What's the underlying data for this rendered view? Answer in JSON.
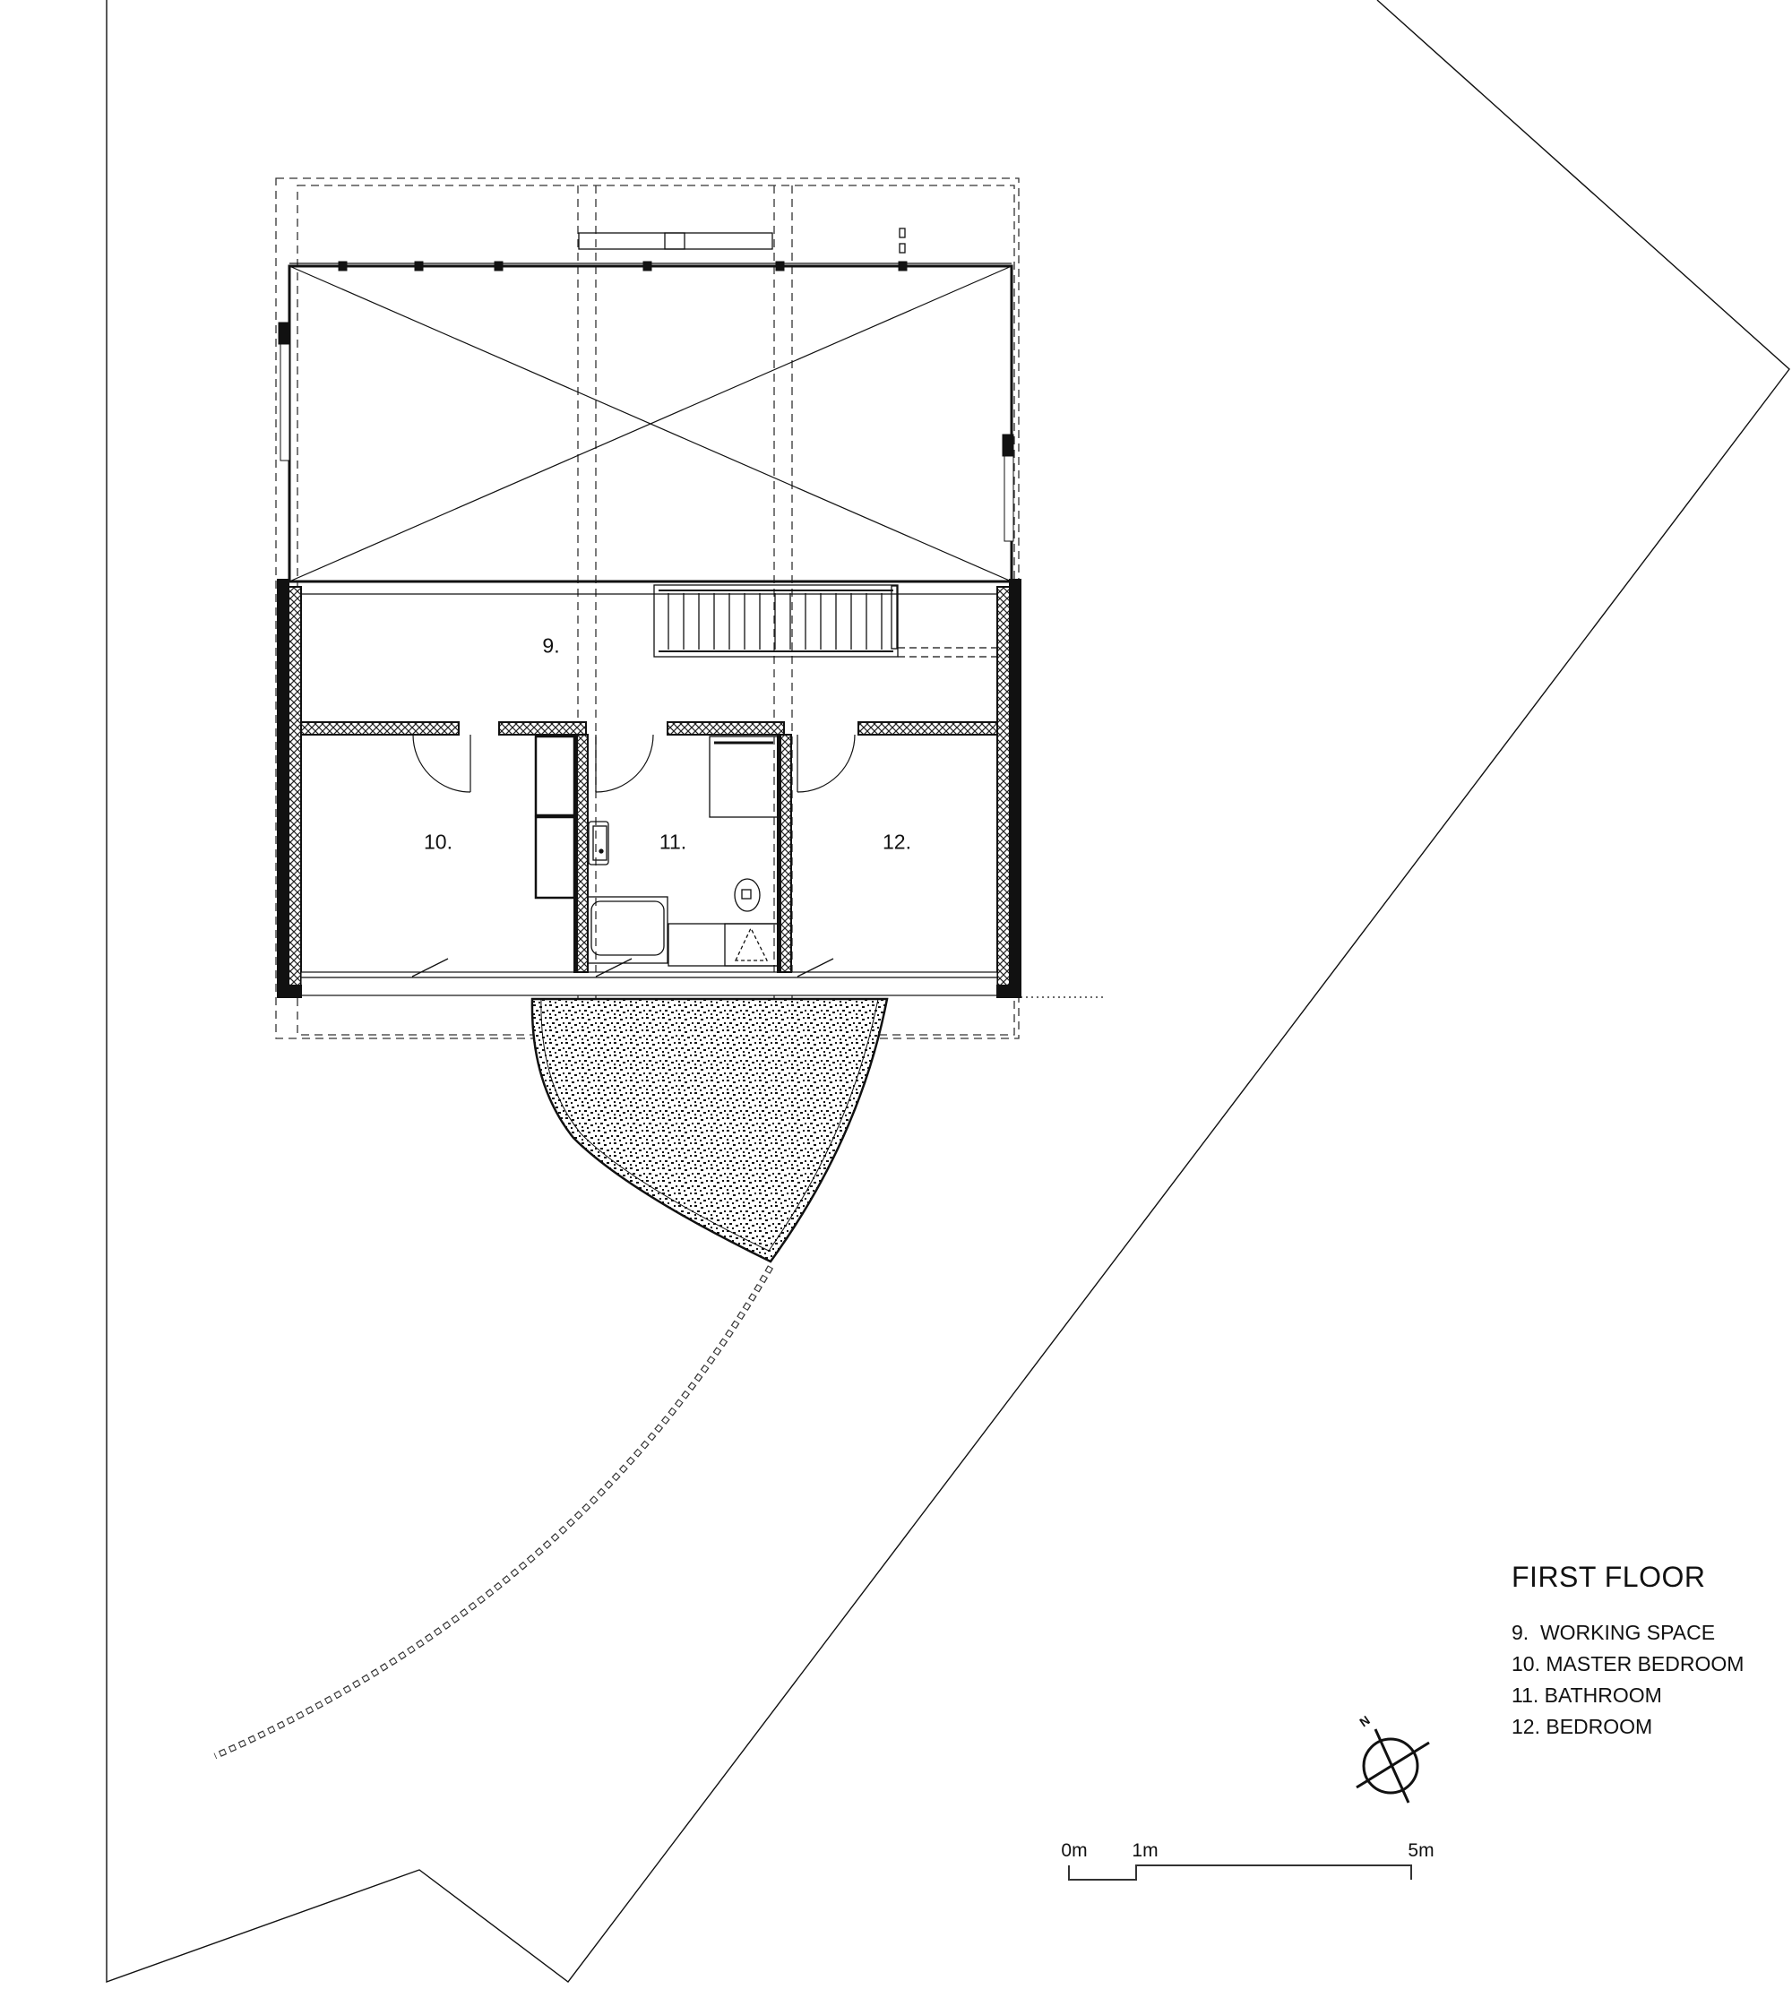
{
  "drawing": {
    "title": "FIRST FLOOR",
    "rooms": [
      {
        "number": "9.",
        "name": "WORKING SPACE",
        "label": "9.",
        "legend": "9.  WORKING SPACE"
      },
      {
        "number": "10.",
        "name": "MASTER BEDROOM",
        "label": "10.",
        "legend": "10. MASTER BEDROOM"
      },
      {
        "number": "11.",
        "name": "BATHROOM",
        "label": "11.",
        "legend": "11. BATHROOM"
      },
      {
        "number": "12.",
        "name": "BEDROOM",
        "label": "12.",
        "legend": "12. BEDROOM"
      }
    ],
    "north_arrow": {
      "label": "N",
      "icon": "north-compass-icon"
    },
    "scale_bar": {
      "labels": [
        "0m",
        "1m",
        "5m"
      ]
    },
    "colors": {
      "line": "#111111",
      "background": "#ffffff"
    }
  }
}
